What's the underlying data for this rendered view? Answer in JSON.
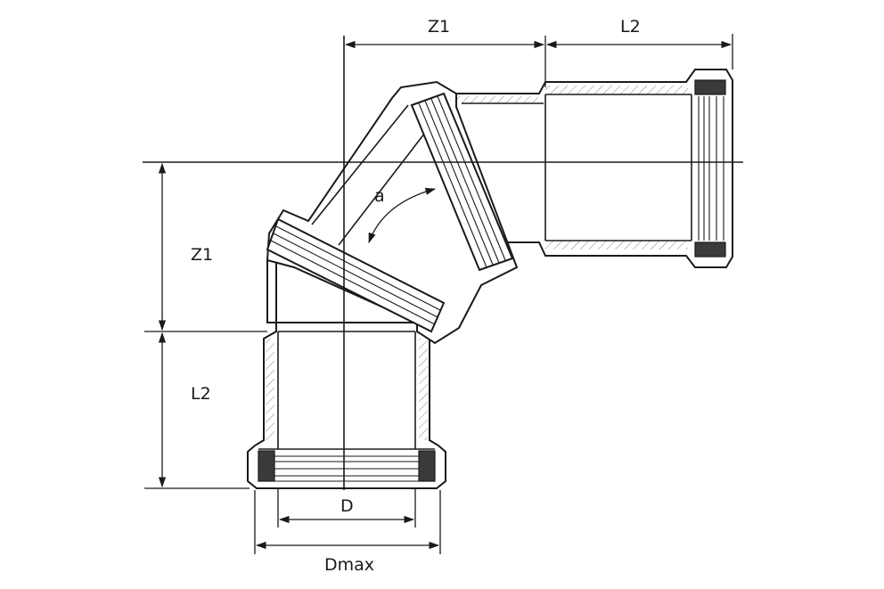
{
  "labels": {
    "z1_top": "Z1",
    "l2_top": "L2",
    "z1_left": "Z1",
    "l2_left": "L2",
    "angle": "a",
    "d": "D",
    "dmax": "Dmax"
  },
  "colors": {
    "line": "#1a1a1a",
    "seal": "#3a3a3a",
    "background": "#ffffff"
  }
}
